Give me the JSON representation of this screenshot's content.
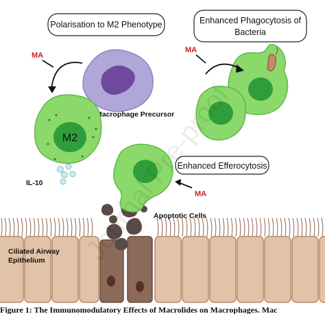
{
  "boxes": {
    "m2_polarisation": "Polarisation to M2 Phenotype",
    "phagocytosis_line1": "Enhanced Phagocytosis of",
    "phagocytosis_line2": "Bacteria",
    "efferocytosis": "Enhanced Efferocytosis"
  },
  "labels": {
    "ma": "MA",
    "macrophage_precursor": "Macrophage Precursor",
    "m2": "M2",
    "il10": "IL-10",
    "apoptotic_cells": "Apoptotic Cells",
    "epithelium_line1": "Ciliated Airway",
    "epithelium_line2": "Epithelium"
  },
  "watermark": "Journal Pre-proof",
  "caption": "Figure 1: The Immunomodulatory Effects of Macrolides on Macrophages. Mac",
  "colors": {
    "macrophage_body": "#8bd96a",
    "macrophage_outline": "#5fb84a",
    "nucleus": "#2f9e3a",
    "precursor_body": "#b0a6d8",
    "precursor_nucleus": "#6d4a9e",
    "epithelium_cell": "#e3c3a8",
    "epithelium_outline": "#b48a6a",
    "apoptotic_cell": "#8b6a5a",
    "debris": "#5a4a48",
    "cilia": "#a07b6a",
    "ma_text": "#d11a1a",
    "il10_bubble": "#cfe9ef"
  }
}
